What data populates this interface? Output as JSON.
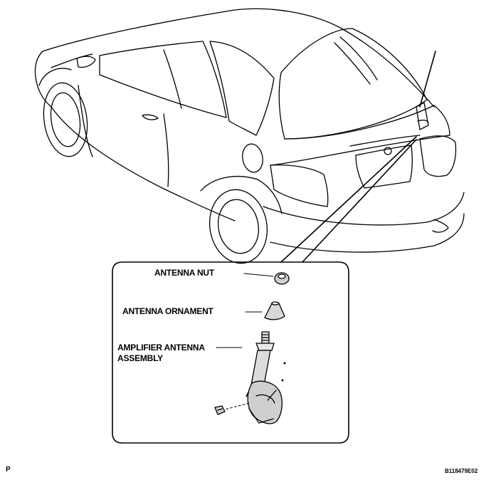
{
  "figure": {
    "view_marker": "P",
    "figure_code": "B118479E02"
  },
  "callout": {
    "parts": [
      {
        "label": "ANTENNA NUT"
      },
      {
        "label": "ANTENNA ORNAMENT"
      },
      {
        "label_line1": "AMPLIFIER ANTENNA",
        "label_line2": "ASSEMBLY"
      }
    ]
  }
}
